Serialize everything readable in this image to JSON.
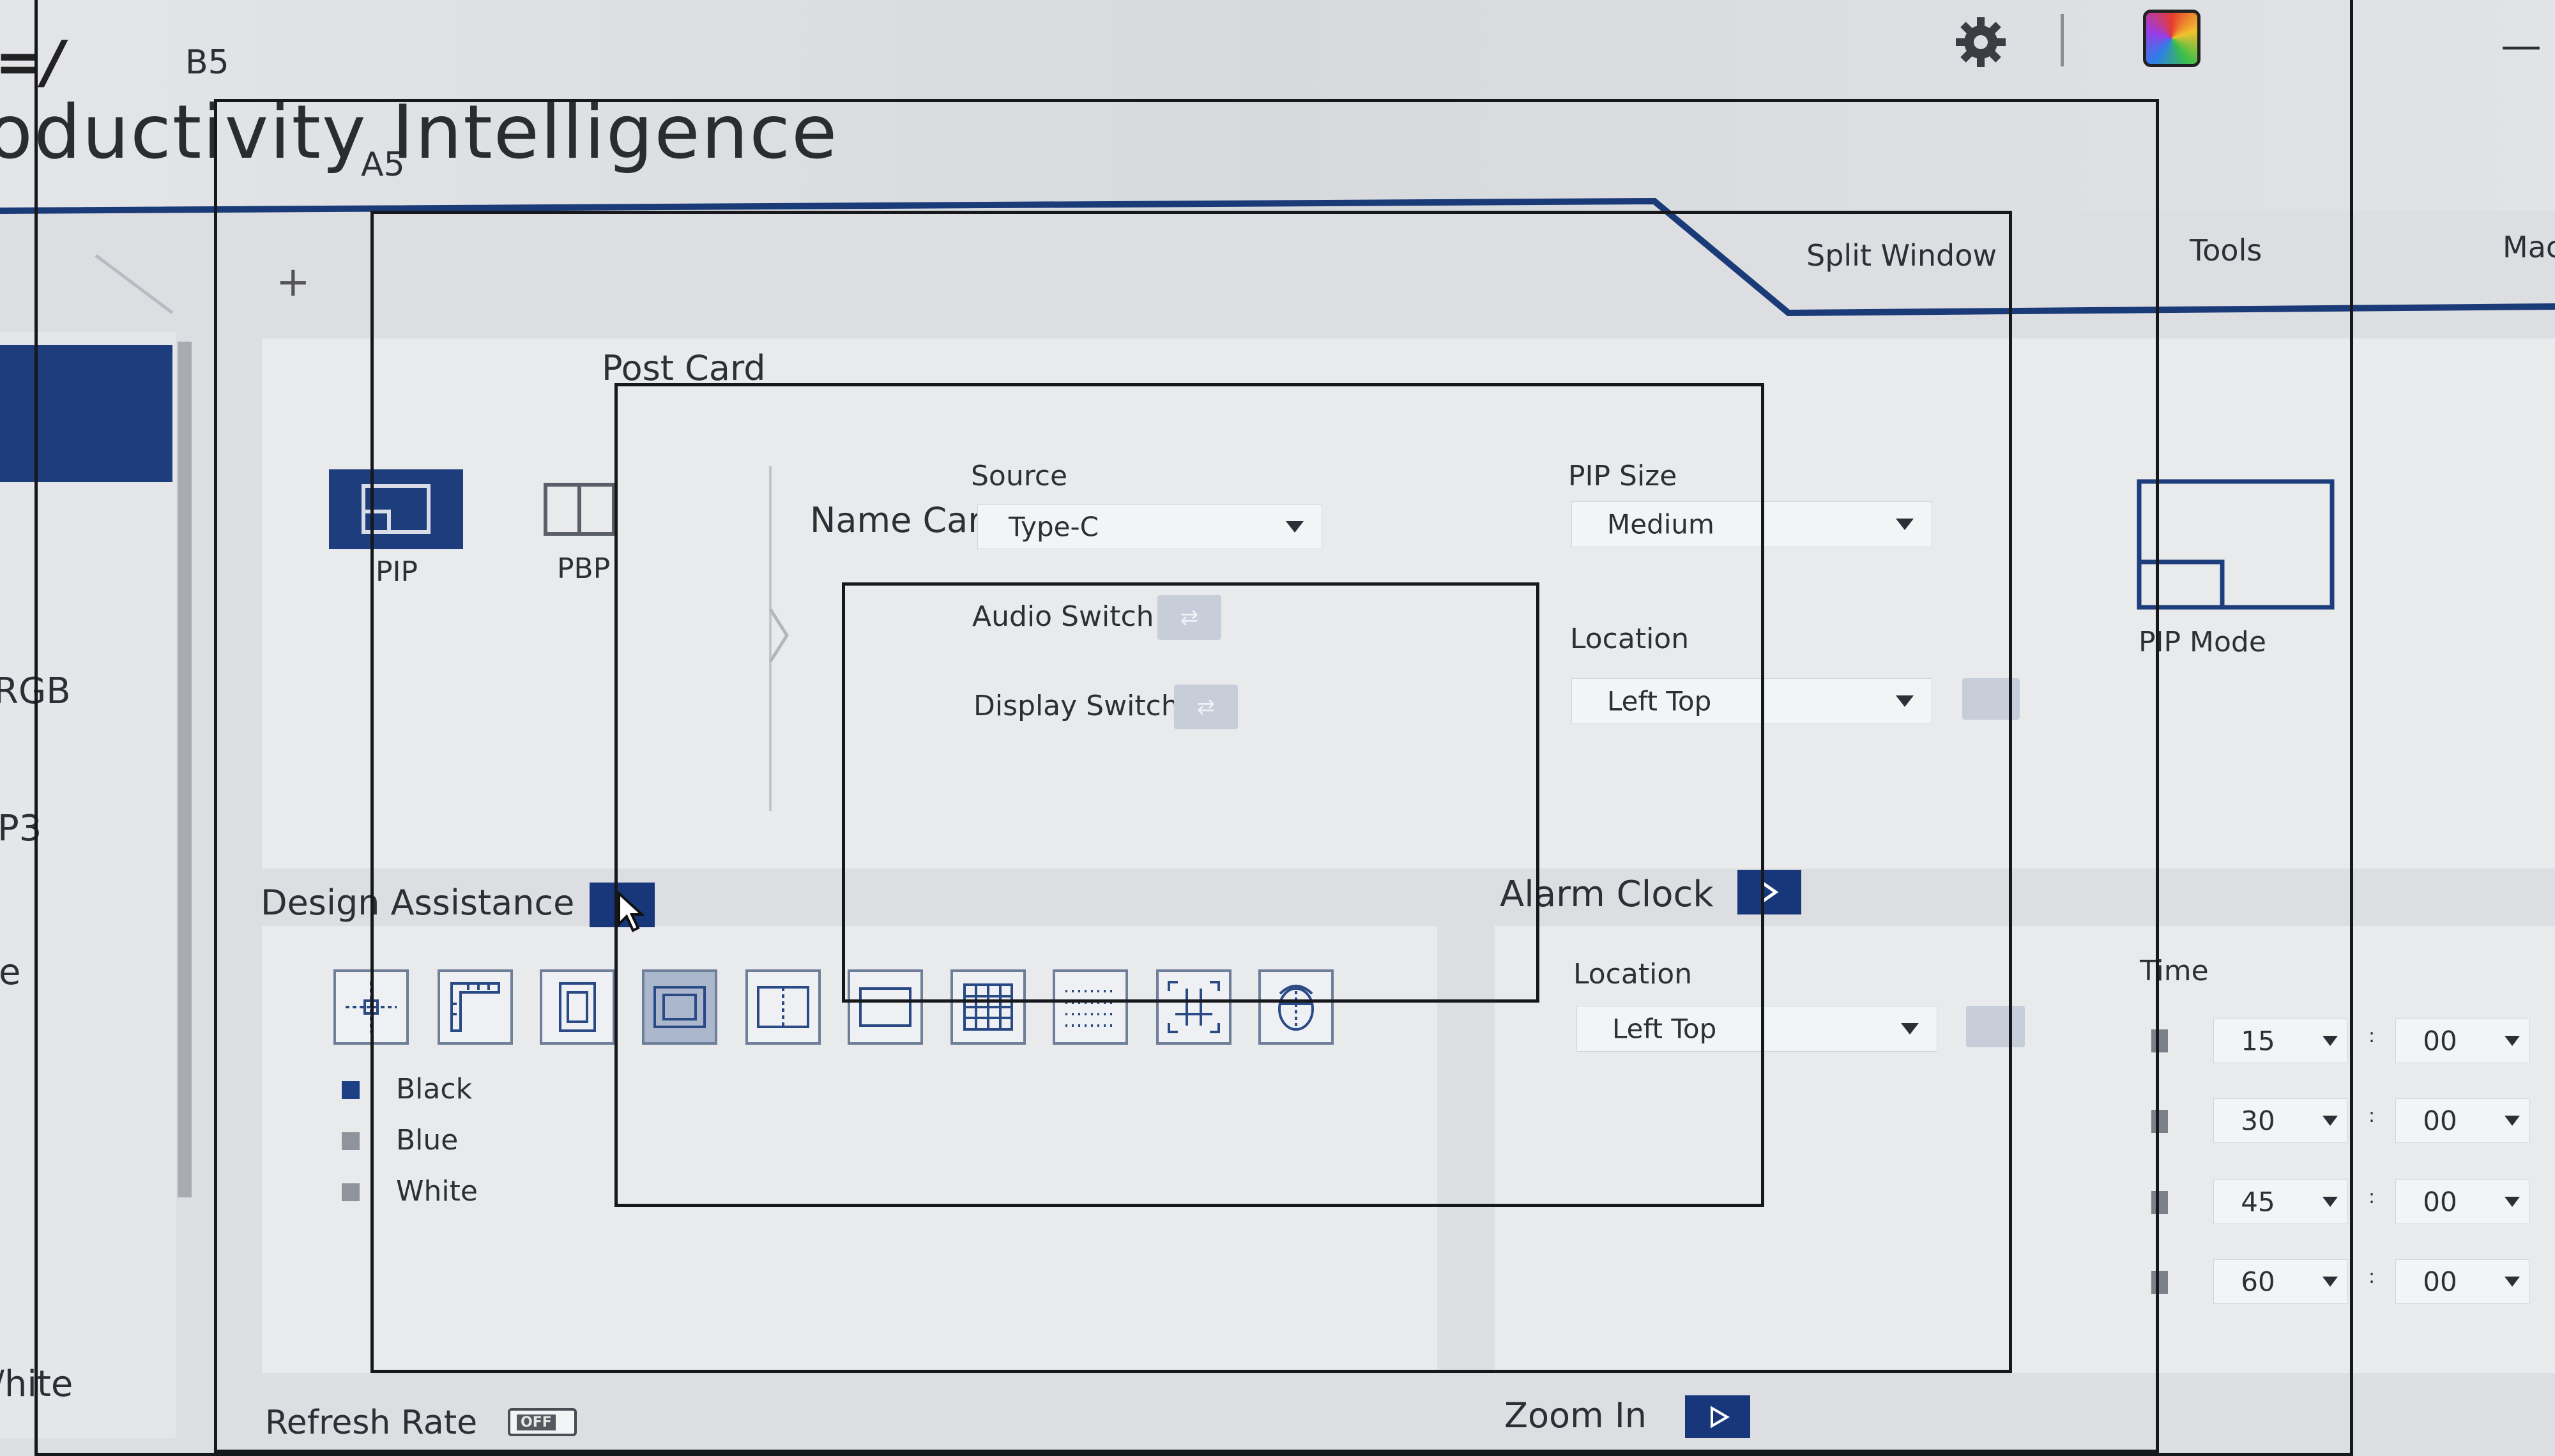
{
  "header": {
    "brand_fragment": "=/",
    "app_title": "oductivity Intelligence",
    "page_marker_b5": "B5",
    "page_marker_a5": "A5",
    "add_tab": "+",
    "tabs": [
      {
        "label": "Split Window"
      },
      {
        "label": "Tools"
      },
      {
        "label": "Mac"
      }
    ],
    "window_min": "—"
  },
  "sidebar": {
    "items": [
      {
        "label": "RGB"
      },
      {
        "label": "P3"
      },
      {
        "label": "e"
      },
      {
        "label": "/hite"
      }
    ]
  },
  "split_window": {
    "modes": [
      {
        "label": "PIP"
      },
      {
        "label": "PBP"
      }
    ],
    "post_card_label": "Post Card",
    "name_card_label": "Name Card",
    "source_label": "Source",
    "source_value": "Type-C",
    "audio_switch_label": "Audio Switch",
    "display_switch_label": "Display Switch",
    "pip_size_label": "PIP Size",
    "pip_size_value": "Medium",
    "location_label": "Location",
    "location_value": "Left Top",
    "pip_mode_label": "PIP Mode"
  },
  "design_assistance": {
    "title": "Design Assistance",
    "colors": [
      {
        "label": "Black",
        "color": "#1d3f85"
      },
      {
        "label": "Blue",
        "color": "#8f949c"
      },
      {
        "label": "White",
        "color": "#8f949c"
      }
    ]
  },
  "alarm_clock": {
    "title": "Alarm Clock",
    "location_label": "Location",
    "location_value": "Left Top",
    "time_label": "Time",
    "times": [
      {
        "minutes": "15",
        "seconds": "00"
      },
      {
        "minutes": "30",
        "seconds": "00"
      },
      {
        "minutes": "45",
        "seconds": "00"
      },
      {
        "minutes": "60",
        "seconds": "00"
      }
    ],
    "separator": ":"
  },
  "bottom": {
    "refresh_rate_label": "Refresh Rate",
    "refresh_toggle": "OFF",
    "zoom_in_label": "Zoom In"
  },
  "colors": {
    "accent": "#17377a",
    "frame": "#16181c",
    "switch_inactive": "#c7ced9"
  }
}
